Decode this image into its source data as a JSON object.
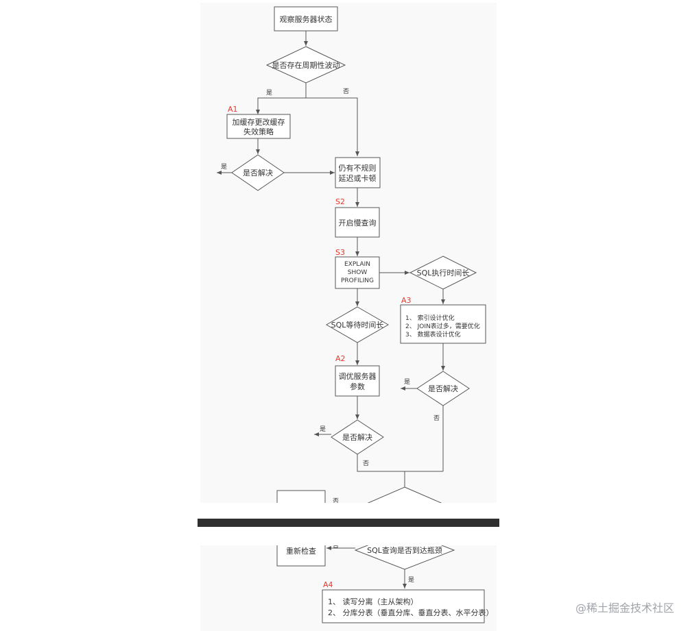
{
  "nodes": {
    "observe": "观察服务器状态",
    "periodic": "是否存在周期性波动",
    "cache_l1": "加缓存更改缓存",
    "cache_l2": "失效策略",
    "solved1": "是否解决",
    "irregular_l1": "仍有不规则",
    "irregular_l2": "延迟或卡顿",
    "slowlog": "开启慢查询",
    "explain_l1": "EXPLAIN",
    "explain_l2": "SHOW",
    "explain_l3": "PROFILING",
    "sql_exec_long": "SQL执行时间长",
    "sql_wait_long": "SQL等待时间长",
    "opt_1": "1、 索引设计优化",
    "opt_2": "2、 JOIN表过多，需要优化",
    "opt_3": "3、 数据表设计优化",
    "tune_l1": "调优服务器",
    "tune_l2": "参数",
    "solved_a3": "是否解决",
    "solved_a2": "是否解决",
    "recheck": "重新检查",
    "bottleneck": "SQL查询是否到达瓶颈",
    "split_1": "1、 读写分离（主从架构）",
    "split_2": "2、 分库分表（垂直分库、垂直分表、水平分表）"
  },
  "step_labels": {
    "a1": "A1",
    "s2": "S2",
    "s3": "S3",
    "a3": "A3",
    "a2": "A2",
    "a4": "A4"
  },
  "edge_labels": {
    "yes": "是",
    "no": "否"
  },
  "watermark": "@稀土掘金技术社区",
  "colors": {
    "step_label": "#e8362a",
    "divider": "#2f2f2f"
  }
}
